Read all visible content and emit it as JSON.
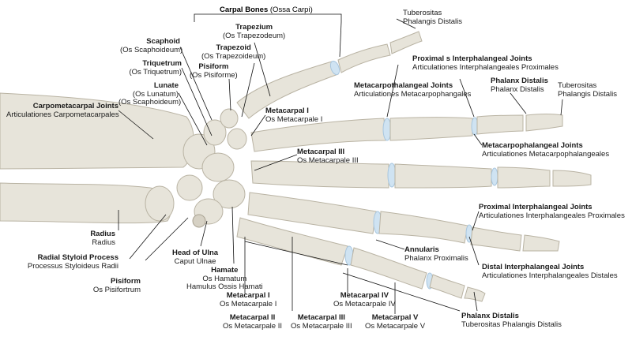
{
  "header": {
    "title": "Carpal Bones",
    "title_latin": "(Ossa Carpi)"
  },
  "labels": {
    "tub_top": {
      "l1": "Tuberositas",
      "l2": "Phalangis Distalis"
    },
    "trapezium": {
      "name": "Trapezium",
      "latin": "(Os Trapezodeum)"
    },
    "scaphoid": {
      "name": "Scaphoid",
      "latin": "(Os Scaphoideum)"
    },
    "trapezoid": {
      "name": "Trapezoid",
      "latin": "(Os Trapezoideum)"
    },
    "triquetrum": {
      "name": "Triquetrum",
      "latin": "(Os Triquetrum)"
    },
    "pisiform_top": {
      "name": "Pisiform",
      "latin": "(Os Pisiforme)"
    },
    "lunate": {
      "name": "Lunate",
      "latin": "(Os Lunatum)",
      "latin2": "(Os Scaphoideum)"
    },
    "cmc": {
      "name": "Carpometacarpal Joints",
      "latin": "Articulationes Carpometacarpales"
    },
    "prox_ip_top": {
      "name": "Proximal s Interphalangeal Joints",
      "latin": "Articulationes Interphalangeales Proximales"
    },
    "mcp_top": {
      "name": "Metacarpothalangeal Joints",
      "latin": "Articulationes Metacarpophangales"
    },
    "phalanx_distalis_top": {
      "name": "Phalanx Distalis",
      "latin": "Phalanx Distalis"
    },
    "tub_right": {
      "l1": "Tuberositas",
      "l2": "Phalangis Distalis"
    },
    "metacarpal1_top": {
      "name": "Metacarpal I",
      "latin": "Os Metacarpale I"
    },
    "metacarpal3_top": {
      "name": "Metacarpal III",
      "latin": "Os Metacarpale III"
    },
    "mcp_right": {
      "name": "Metacarpophalangeal Joints",
      "latin": "Articulationes Metacarpophalangeales"
    },
    "radius": {
      "name": "Radius",
      "latin": "Radius"
    },
    "radial_styloid": {
      "name": "Radial Styloid Process",
      "latin": "Processus Styloideus Radii"
    },
    "pisiform_bottom": {
      "name": "Pisiform",
      "latin": "Os Pisifortrum"
    },
    "head_ulna": {
      "name": "Head of Ulna",
      "latin": "Caput Ulnae"
    },
    "hamate": {
      "name": "Hamate",
      "latin": "Os Hamatum",
      "latin2": "Hamulus Ossis Hamati"
    },
    "prox_ip_right": {
      "name": "Proximal Interphalangeal Joints",
      "latin": "Articulationes Interphalangeales Proximales"
    },
    "annularis": {
      "name": "Annularis",
      "latin": "Phalanx Proximalis"
    },
    "dist_ip": {
      "name": "Distal Interphalangeal Joints",
      "latin": "Articulationes Interphalangeales Distales"
    },
    "metacarpal1_bottom": {
      "name": "Metacarpal I",
      "latin": "Os Metacarpale I"
    },
    "metacarpal4": {
      "name": "Metacarpal IV",
      "latin": "Os Metacarpale IV"
    },
    "metacarpal2": {
      "name": "Metacarpal II",
      "latin": "Os Metacarpale II"
    },
    "metacarpal3_bottom": {
      "name": "Metacarpal III",
      "latin": "Os Metacarpale III"
    },
    "metacarpal5": {
      "name": "Metacarpal V",
      "latin": "Os Metacarpale V"
    },
    "phalanx_distalis_bottom": {
      "name": "Phalanx Distalis",
      "latin": "Tuberositas Phalangis Distalis"
    }
  }
}
